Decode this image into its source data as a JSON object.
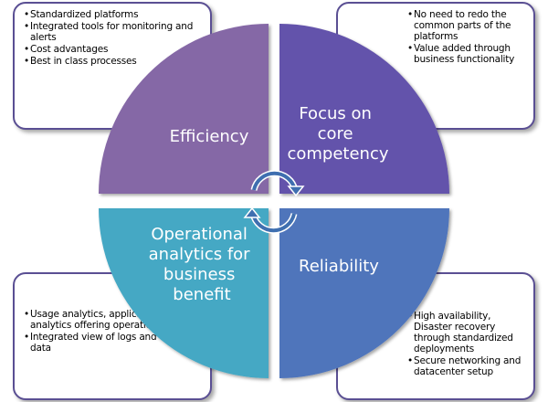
{
  "quadrants": {
    "top_left": {
      "label_lines": [
        "Efficiency"
      ],
      "color": "#8567a6",
      "bullets": [
        "Standardized platforms",
        "Integrated tools for monitoring and alerts",
        "Cost advantages",
        "Best in class processes"
      ]
    },
    "top_right": {
      "label_lines": [
        "Focus on",
        "core",
        "competency"
      ],
      "color": "#6453ab",
      "bullets": [
        "No need to redo the common parts of the platforms",
        "Value added through business functionality"
      ]
    },
    "bottom_left": {
      "label_lines": [
        "Operational",
        "analytics for",
        "business",
        "benefit"
      ],
      "color": "#45a8c4",
      "bullets": [
        "Usage analytics, application usage analytics offering operational insights",
        "Integrated view  of logs and usage data"
      ]
    },
    "bottom_right": {
      "label_lines": [
        "Reliability"
      ],
      "color": "#4f74bb",
      "bullets": [
        "High availability, Disaster recovery through standardized deployments",
        "Secure networking and datacenter setup"
      ]
    }
  },
  "colors": {
    "box_border": "#5a4f93",
    "arrow": "#3f6fb0"
  }
}
